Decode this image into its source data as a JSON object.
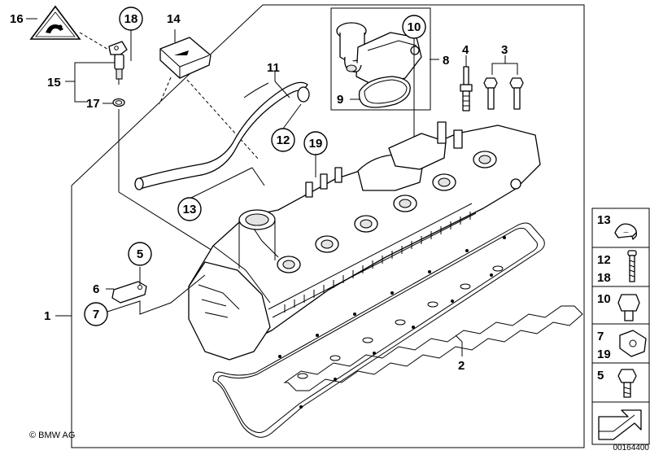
{
  "callouts": {
    "n1": "1",
    "n2": "2",
    "n3": "3",
    "n4": "4",
    "n5": "5",
    "n6": "6",
    "n7": "7",
    "n8": "8",
    "n9": "9",
    "n10": "10",
    "n11": "11",
    "n12": "12",
    "n13": "13",
    "n14": "14",
    "n15": "15",
    "n16": "16",
    "n17": "17",
    "n18": "18",
    "n19": "19"
  },
  "side_panel": {
    "a": "13",
    "b1": "12",
    "b2": "18",
    "c": "10",
    "d1": "7",
    "d2": "19",
    "e": "5"
  },
  "copyright": "© BMW AG",
  "doc_number": "00164400",
  "icons": [
    "warning-triangle-icon",
    "arrow-icon"
  ]
}
